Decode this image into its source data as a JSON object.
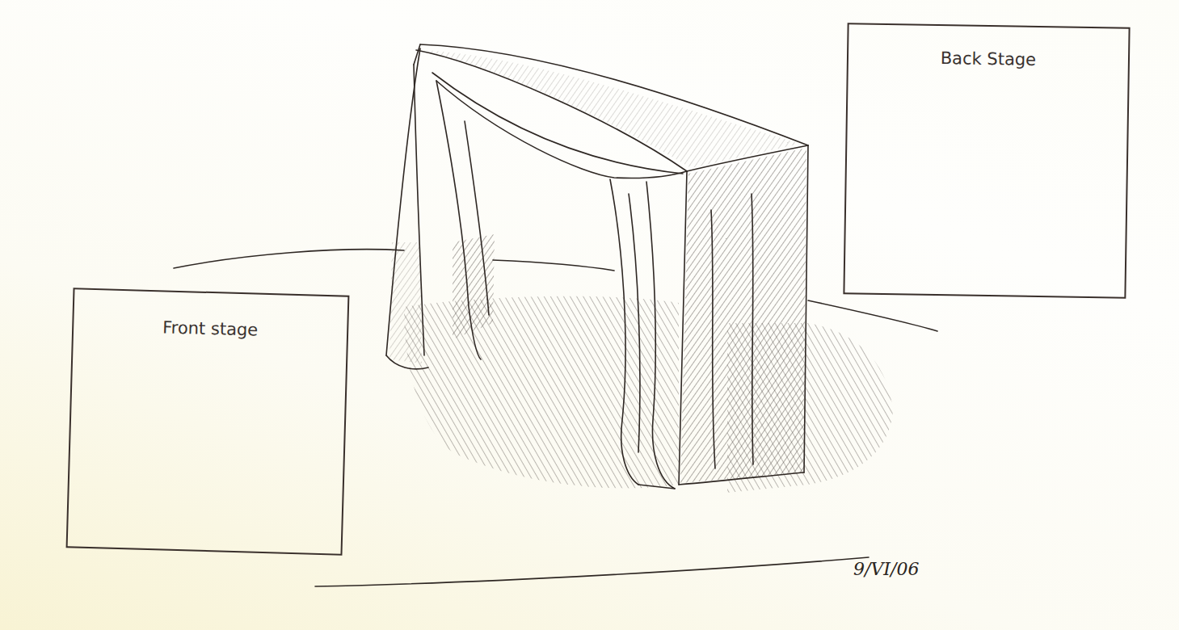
{
  "diagram": {
    "nodes": [
      {
        "text": [
          "Front stage"
        ]
      },
      {
        "text": [
          "Back Stage"
        ]
      }
    ],
    "labels": [
      "9/VI/06"
    ]
  }
}
